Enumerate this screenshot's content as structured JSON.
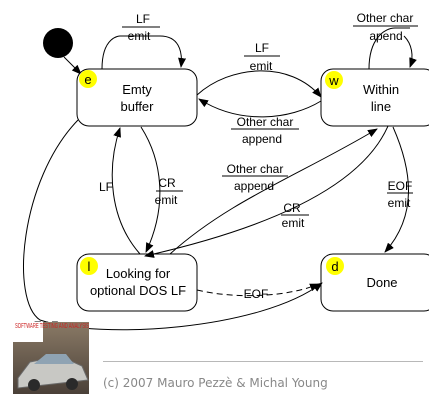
{
  "states": {
    "e": {
      "badge": "e",
      "lines": [
        "Emty",
        "buffer"
      ]
    },
    "w": {
      "badge": "w",
      "lines": [
        "Within",
        "line"
      ]
    },
    "l": {
      "badge": "l",
      "lines": [
        "Looking for",
        "optional DOS LF"
      ]
    },
    "d": {
      "badge": "d",
      "lines": [
        "Done"
      ]
    }
  },
  "transitions": {
    "e_self": {
      "top": "LF",
      "bottom": "emit"
    },
    "w_self": {
      "top": "Other char",
      "bottom": "apend"
    },
    "e_to_w": {
      "top": "LF",
      "bottom": "emit"
    },
    "w_to_e": {
      "top": "Other char",
      "bottom": "append"
    },
    "l_to_e": {
      "top": "LF"
    },
    "e_to_l": {
      "top": "CR",
      "bottom": "emit"
    },
    "l_to_w": {
      "top": "Other char",
      "bottom": "append"
    },
    "w_to_l": {
      "top": "CR",
      "bottom": "emit"
    },
    "w_to_d": {
      "top": "EOF",
      "bottom": "emit"
    },
    "l_to_d": {
      "top": "EOF"
    },
    "e_to_d": {
      "top": "EOF"
    }
  },
  "logo": {
    "brand_text": "SOFTWARE TESTING AND ANALYSIS"
  },
  "footer": {
    "copyright": "(c) 2007 Mauro Pezzè & Michal Young"
  },
  "colors": {
    "badge": "#ffff00",
    "line": "#000000",
    "footer_text": "#888888"
  }
}
